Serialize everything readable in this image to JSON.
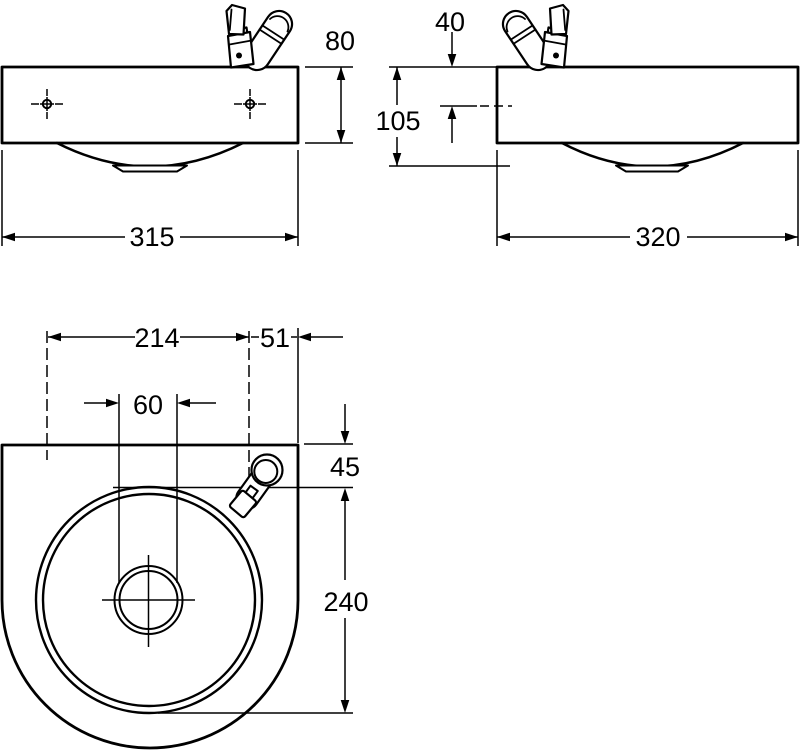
{
  "drawing": {
    "background_color": "#ffffff",
    "line_color": "#000000",
    "views": [
      "front-elevation",
      "side-elevation",
      "plan"
    ],
    "dimensions": {
      "front_height": "80",
      "front_width": "315",
      "side_faucet_inset": "40",
      "side_height": "105",
      "side_depth": "320",
      "plan_hole_spacing": "214",
      "plan_hole_to_edge": "51",
      "plan_drain_diameter": "60",
      "plan_edge_to_bowl": "45",
      "plan_bowl_diameter": "240"
    }
  }
}
